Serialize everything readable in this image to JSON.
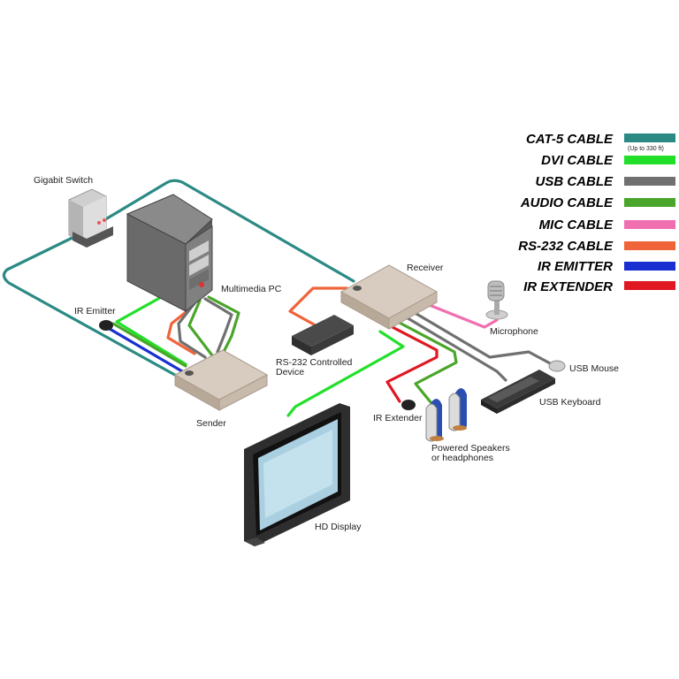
{
  "colors": {
    "cat5": "#2b8a84",
    "dvi": "#22e02a",
    "usb": "#707070",
    "audio": "#4aa62a",
    "mic": "#f06fb0",
    "rs232": "#f0643a",
    "ir_emitter": "#1a2fd0",
    "ir_extender": "#e01822"
  },
  "legend": [
    {
      "key": "cat5",
      "label": "CAT-5 CABLE",
      "note": "(Up to 330 ft)",
      "color": "#2b8a84"
    },
    {
      "key": "dvi",
      "label": "DVI CABLE",
      "color": "#22e02a"
    },
    {
      "key": "usb",
      "label": "USB CABLE",
      "color": "#707070"
    },
    {
      "key": "audio",
      "label": "AUDIO CABLE",
      "color": "#4aa62a"
    },
    {
      "key": "mic",
      "label": "MIC CABLE",
      "color": "#f06fb0"
    },
    {
      "key": "rs232",
      "label": "RS-232 CABLE",
      "color": "#f0643a"
    },
    {
      "key": "ir_emitter",
      "label": "IR EMITTER",
      "color": "#1a2fd0"
    },
    {
      "key": "ir_extender",
      "label": "IR EXTENDER",
      "color": "#e01822"
    }
  ],
  "labels": {
    "gigabit_switch": "Gigabit Switch",
    "multimedia_pc": "Multimedia PC",
    "ir_emitter": "IR Emitter",
    "receiver": "Receiver",
    "microphone": "Microphone",
    "rs232_device_line1": "RS-232 Controlled",
    "rs232_device_line2": "Device",
    "usb_mouse": "USB Mouse",
    "usb_keyboard": "USB Keyboard",
    "sender": "Sender",
    "ir_extender": "IR Extender",
    "speakers_line1": "Powered Speakers",
    "speakers_line2": "or headphones",
    "hd_display": "HD Display"
  }
}
